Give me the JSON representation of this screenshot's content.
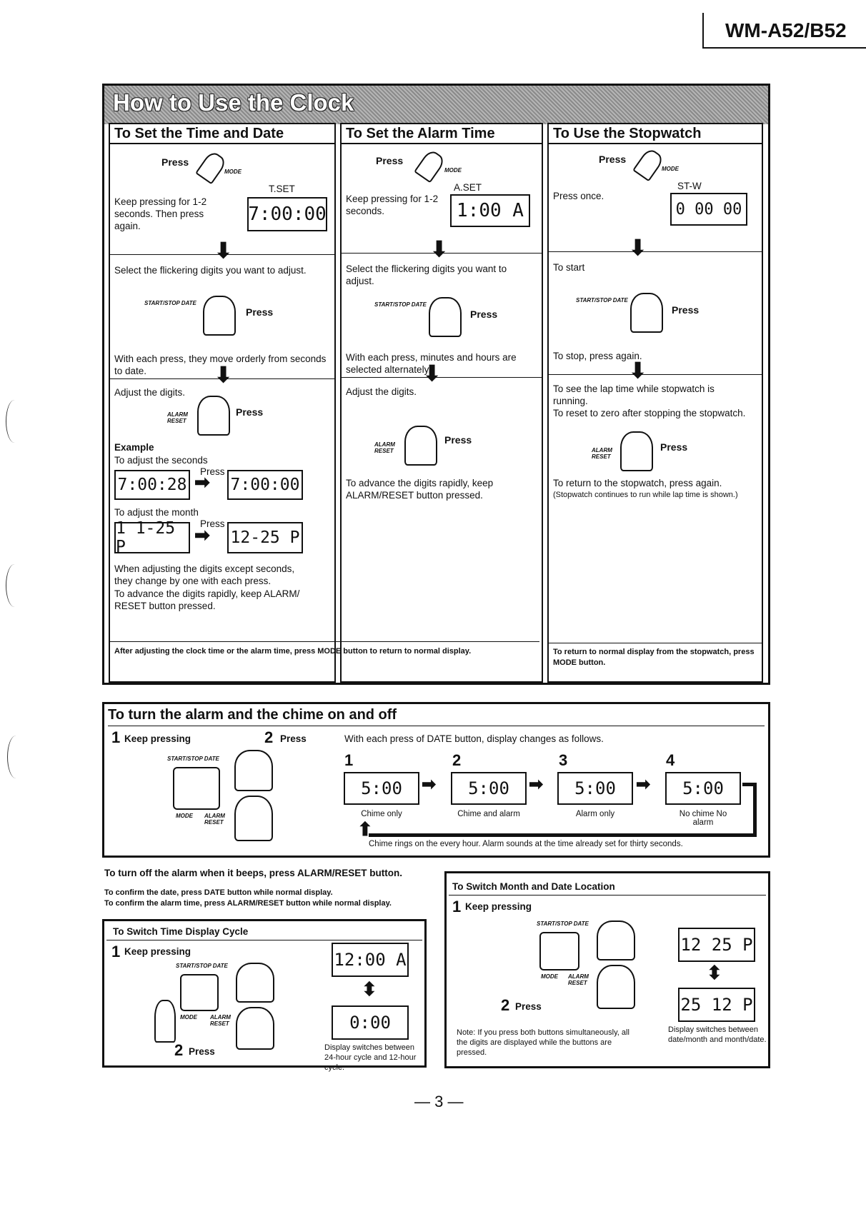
{
  "header": {
    "model": "WM-A52/B52"
  },
  "main": {
    "title": "How to Use the Clock",
    "col1": {
      "heading": "To Set the Time and Date",
      "press": "Press",
      "mode": "MODE",
      "lcd_label": "T.SET",
      "lcd": "7:00:00",
      "step1": "Keep pressing for 1-2 seconds. Then press again.",
      "step2": "Select the flickering digits you want to adjust.",
      "ssd": "START/STOP DATE",
      "press2": "Press",
      "step3": "With each press, they move orderly from seconds to date.",
      "step4": "Adjust the digits.",
      "alarm": "ALARM RESET",
      "press3": "Press",
      "example": "Example",
      "ex_sec": "To adjust the seconds",
      "ex_press1": "Press",
      "lcd_a": "7:00:28",
      "lcd_b": "7:00:00",
      "ex_month": "To adjust the month",
      "ex_press2": "Press",
      "lcd_c": "1 1-25 P",
      "lcd_d": "12-25 P",
      "note1": "When adjusting the digits except seconds, they change by one with each press.",
      "note2": "To advance the digits rapidly, keep ALARM/ RESET button pressed."
    },
    "col2": {
      "heading": "To Set the Alarm Time",
      "press": "Press",
      "mode": "MODE",
      "lcd_label": "A.SET",
      "lcd": "1:00 A",
      "step1": "Keep pressing for 1-2 seconds.",
      "step2": "Select the flickering digits you want to adjust.",
      "ssd": "START/STOP DATE",
      "press2": "Press",
      "step3": "With each press, minutes and hours are selected alternately.",
      "step4": "Adjust the digits.",
      "alarm": "ALARM RESET",
      "press3": "Press",
      "note": "To advance the digits rapidly, keep ALARM/RESET button pressed."
    },
    "col3": {
      "heading": "To Use the Stopwatch",
      "press": "Press",
      "mode": "MODE",
      "lcd_label": "ST-W",
      "lcd": "0 00 00",
      "step1": "Press once.",
      "step2": "To start",
      "ssd": "START/STOP DATE",
      "press2": "Press",
      "step3": "To stop, press again.",
      "step4": "To see the lap time while stopwatch is running.",
      "step5": "To reset to zero after stopping the stopwatch.",
      "alarm": "ALARM RESET",
      "press3": "Press",
      "step6": "To return to the stopwatch, press again.",
      "step6b": "(Stopwatch continues to run while lap time is shown.)",
      "footer": "To return to normal display from the stopwatch, press MODE button."
    },
    "footer": "After adjusting the clock time or the alarm time, press MODE button to return to normal display."
  },
  "alarm_chime": {
    "heading": "To turn the alarm and the chime on and off",
    "keep": "Keep pressing",
    "press": "Press",
    "n1": "1",
    "n2": "2",
    "ssd": "START/STOP DATE",
    "mode": "MODE",
    "alarm": "ALARM RESET",
    "intro": "With each press of DATE button, display changes as follows.",
    "states": [
      {
        "n": "1",
        "lcd": "5:00",
        "caption": "Chime only"
      },
      {
        "n": "2",
        "lcd": "5:00",
        "caption": "Chime and alarm"
      },
      {
        "n": "3",
        "lcd": "5:00",
        "caption": "Alarm only"
      },
      {
        "n": "4",
        "lcd": "5:00",
        "caption": "No chime No alarm"
      }
    ],
    "footnote": "Chime rings on the every hour. Alarm sounds at the time already set for thirty seconds."
  },
  "notes": {
    "off": "To turn off the alarm when it beeps, press ALARM/RESET button.",
    "date": "To confirm the date, press DATE button while normal display.",
    "alarm": "To confirm the alarm time, press ALARM/RESET button while normal display."
  },
  "cycle": {
    "heading": "To Switch Time Display Cycle",
    "n1": "1",
    "keep": "Keep pressing",
    "n2": "2",
    "press": "Press",
    "ssd": "START/STOP DATE",
    "mode": "MODE",
    "alarm": "ALARM RESET",
    "lcd1": "12:00 A",
    "lcd2": "0:00",
    "caption": "Display switches between 24-hour cycle and 12-hour cycle."
  },
  "monthdate": {
    "heading": "To Switch Month and Date Location",
    "n1": "1",
    "keep": "Keep pressing",
    "n2": "2",
    "press": "Press",
    "ssd": "START/STOP DATE",
    "mode": "MODE",
    "alarm": "ALARM RESET",
    "lcd1": "12 25 P",
    "lcd2": "25 12 P",
    "note": "Note: If you press both buttons simultaneously, all the digits are displayed while the buttons are pressed.",
    "caption": "Display switches between date/month and month/date."
  },
  "page": "— 3 —"
}
